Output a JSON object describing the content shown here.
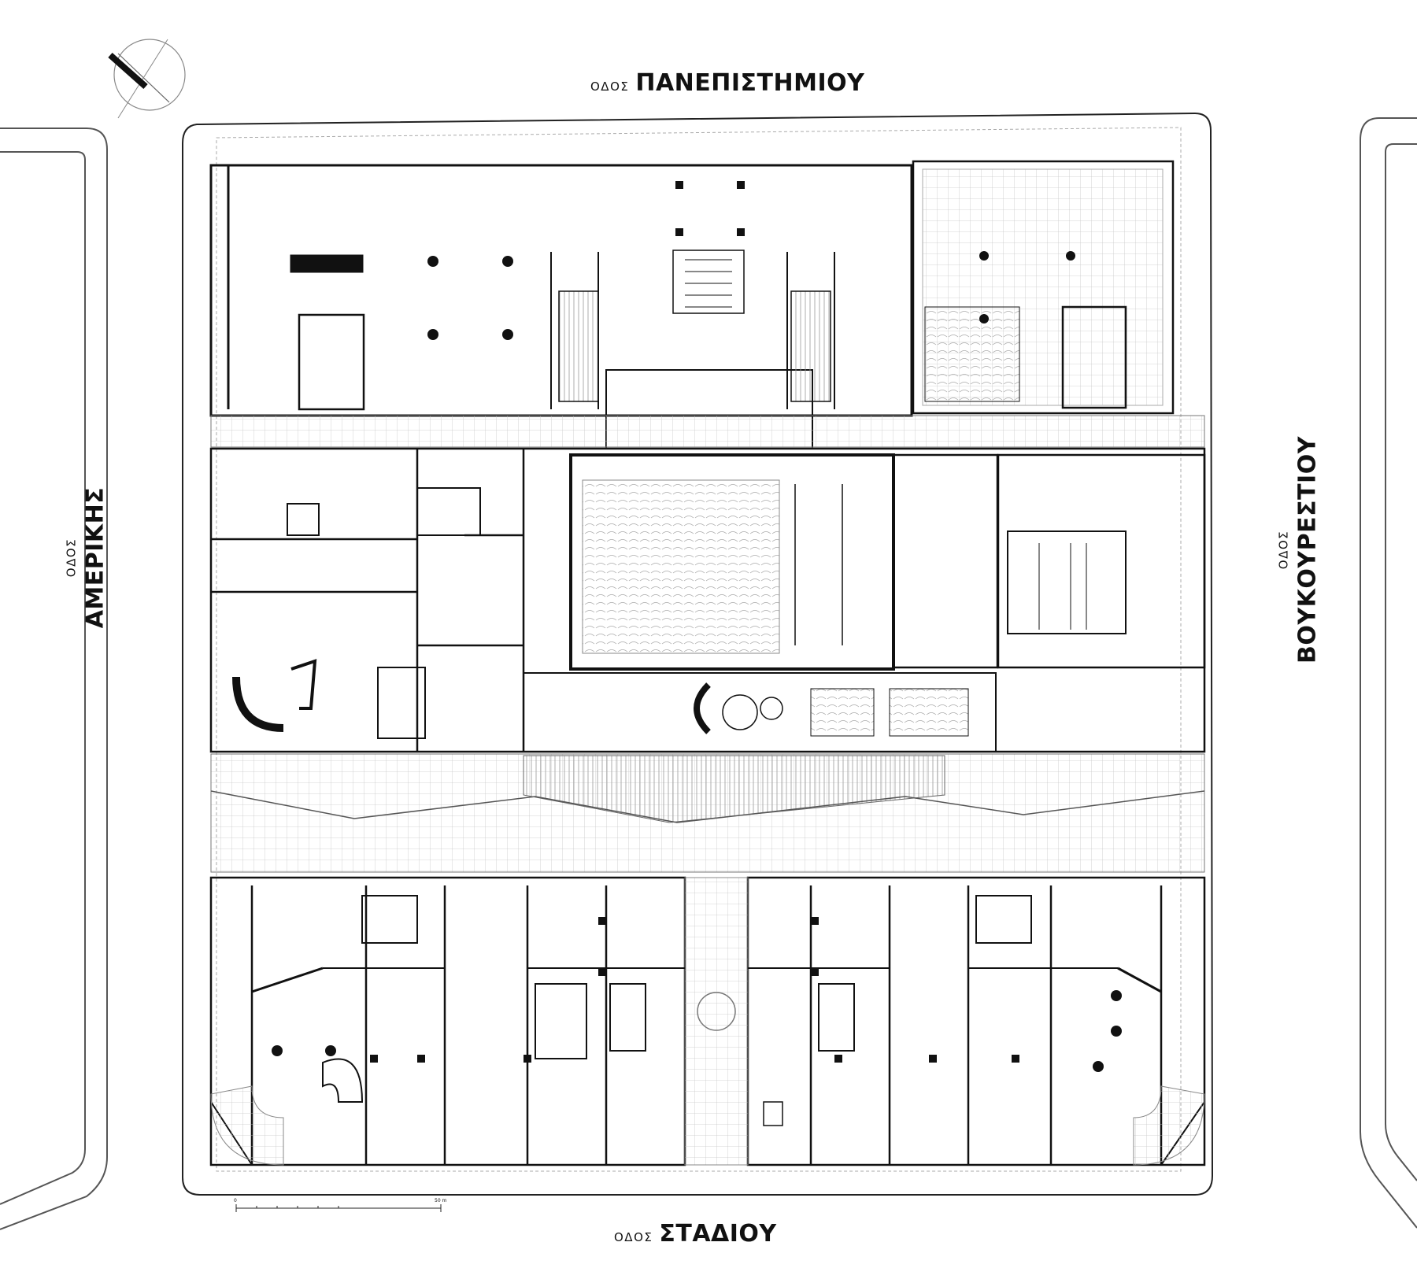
{
  "streets": {
    "north": {
      "prefix": "ΟΔΟΣ",
      "name": "ΠΑΝΕΠΙΣΤΗΜΙΟΥ"
    },
    "south": {
      "prefix": "ΟΔΟΣ",
      "name": "ΣΤΑΔΙΟΥ"
    },
    "west": {
      "prefix": "ΟΔΟΣ",
      "name": "ΑΜΕΡΙΚΗΣ"
    },
    "east": {
      "prefix": "ΟΔΟΣ",
      "name": "ΒΟΥΚΟΥΡΕΣΤΙΟΥ"
    }
  },
  "scale_bar": {
    "start_label": "0",
    "end_label": "50 m"
  },
  "north_arrow": {
    "icon": "north-arrow-icon"
  },
  "colors": {
    "ink": "#111111",
    "grid": "#bdbdbd",
    "paper": "#ffffff"
  }
}
